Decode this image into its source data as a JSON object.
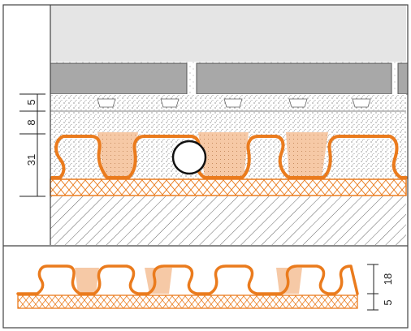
{
  "colors": {
    "orange": "#ea7b1d",
    "orange_fill": "#f6c9a6",
    "tile": "#a8a8a8",
    "wall": "#e5e5e5",
    "line": "#3a3a3a",
    "hatch": "#5a5a5a"
  },
  "top_section": {
    "dimensions": {
      "tile_adhesive": "5",
      "screed_cover": "8",
      "system_height": "31"
    }
  },
  "bottom_section": {
    "dimensions": {
      "stud_height": "18",
      "fleece_base": "5"
    }
  }
}
